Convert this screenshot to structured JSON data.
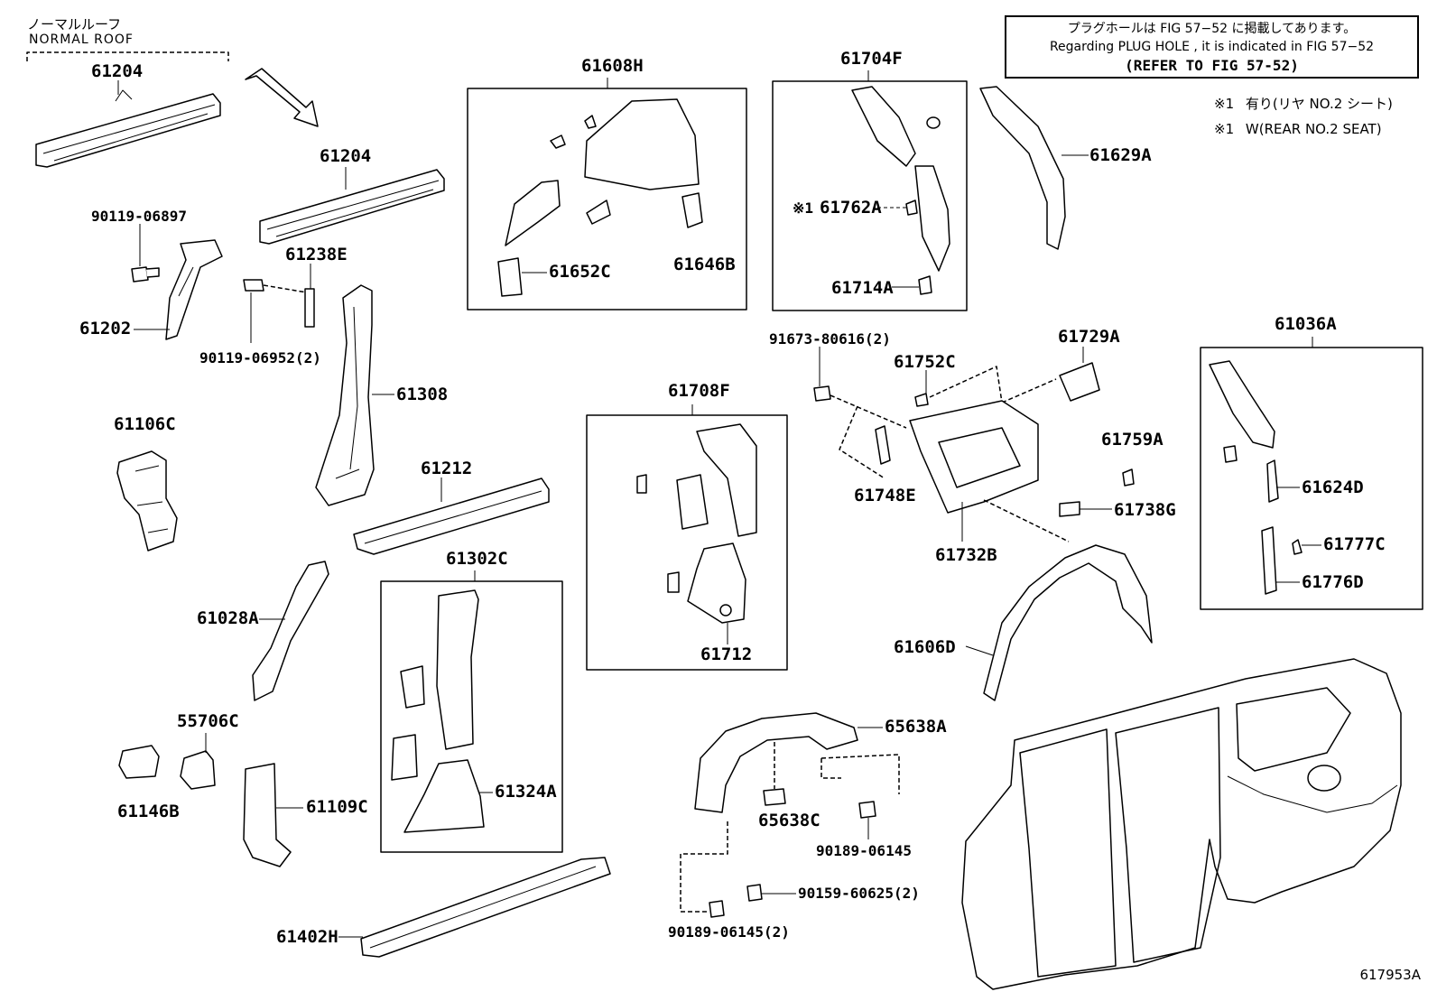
{
  "header": {
    "roof_label_jp": "ノーマルルーフ",
    "roof_label_en": "NORMAL ROOF"
  },
  "note": {
    "line_jp": "プラグホールは FIG  57−52 に掲載してあります。",
    "line_en": "Regarding  PLUG  HOLE , it is indicated in  FIG  57−52",
    "line_ref": "(REFER TO FIG 57-52)"
  },
  "legend": [
    {
      "mark": "※1",
      "text": "有り(リヤ NO.2 シート)"
    },
    {
      "mark": "※1",
      "text": "W(REAR NO.2 SEAT)"
    }
  ],
  "parts": {
    "p61204a": "61204",
    "p61204b": "61204",
    "p90119_06897": "90119-06897",
    "p61202": "61202",
    "p61238E": "61238E",
    "p90119_06952": "90119-06952(2)",
    "p61308": "61308",
    "p61106C": "61106C",
    "p61212": "61212",
    "p61028A": "61028A",
    "p55706C": "55706C",
    "p61146B": "61146B",
    "p61109C": "61109C",
    "p61302C": "61302C",
    "p61324A": "61324A",
    "p61402H": "61402H",
    "p61608H": "61608H",
    "p61652C": "61652C",
    "p61646B": "61646B",
    "p61704F": "61704F",
    "p61762A": "61762A",
    "p61762A_mark": "※1",
    "p61714A": "61714A",
    "p61629A": "61629A",
    "p91673_80616": "91673-80616(2)",
    "p61752C": "61752C",
    "p61729A": "61729A",
    "p61748E": "61748E",
    "p61759A": "61759A",
    "p61738G": "61738G",
    "p61732B": "61732B",
    "p61708F": "61708F",
    "p61712": "61712",
    "p61606D": "61606D",
    "p65638A": "65638A",
    "p65638C": "65638C",
    "p90189_06145": "90189-06145",
    "p90159_60625": "90159-60625(2)",
    "p90189_06145_2": "90189-06145(2)",
    "p61036A": "61036A",
    "p61624D": "61624D",
    "p61777C": "61777C",
    "p61776D": "61776D"
  },
  "figure_id": "617953A"
}
